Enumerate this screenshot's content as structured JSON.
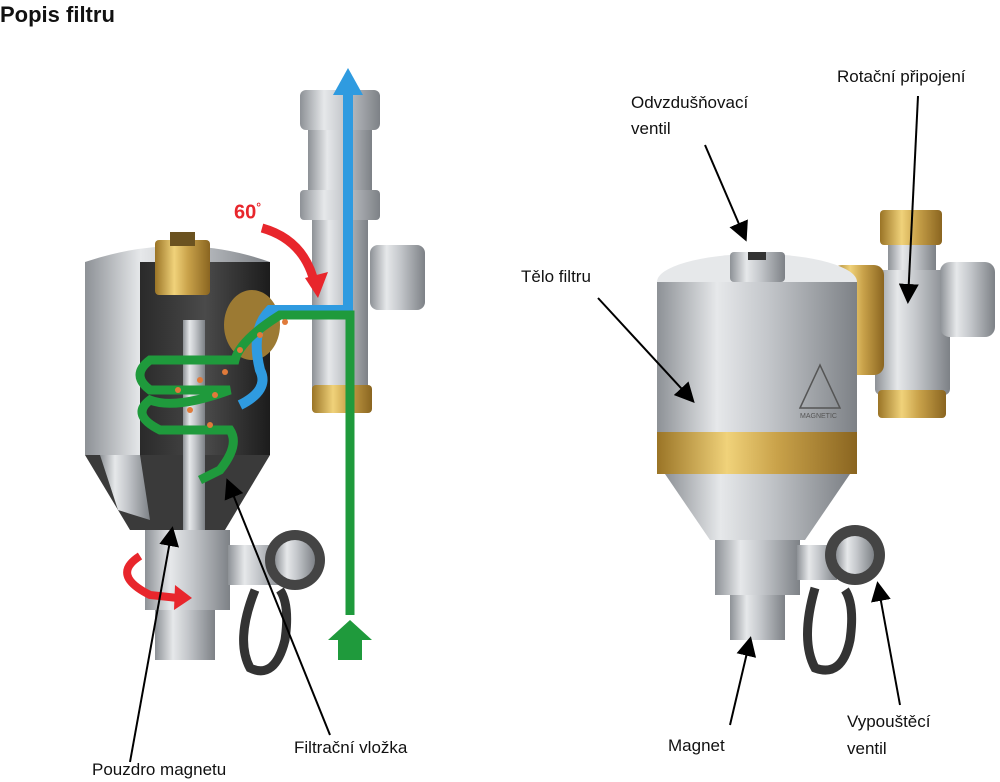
{
  "title": "Popis filtru",
  "angle_label": "60",
  "angle_degree_mark": "°",
  "labels": {
    "pouzdro_magnetu": "Pouzdro magnetu",
    "filtracni_vlozka": "Filtrační vložka",
    "odvzdusnovaci_ventil_line1": "Odvzdušňovací",
    "odvzdusnovaci_ventil_line2": "ventil",
    "rotacni_pripojeni": "Rotační připojení",
    "telo_filtru": "Tělo filtru",
    "magnet": "Magnet",
    "vypousteci_ventil_line1": "Vypouštěcí",
    "vypousteci_ventil_line2": "ventil"
  },
  "body_marking": "MAGNETIC",
  "colors": {
    "flow_out_arrow": "#2f9be0",
    "flow_in_arrow": "#1f9a3c",
    "rotation_arrow": "#e8262c",
    "brass": "#c9a24a",
    "steel": "#c9ccd0"
  }
}
